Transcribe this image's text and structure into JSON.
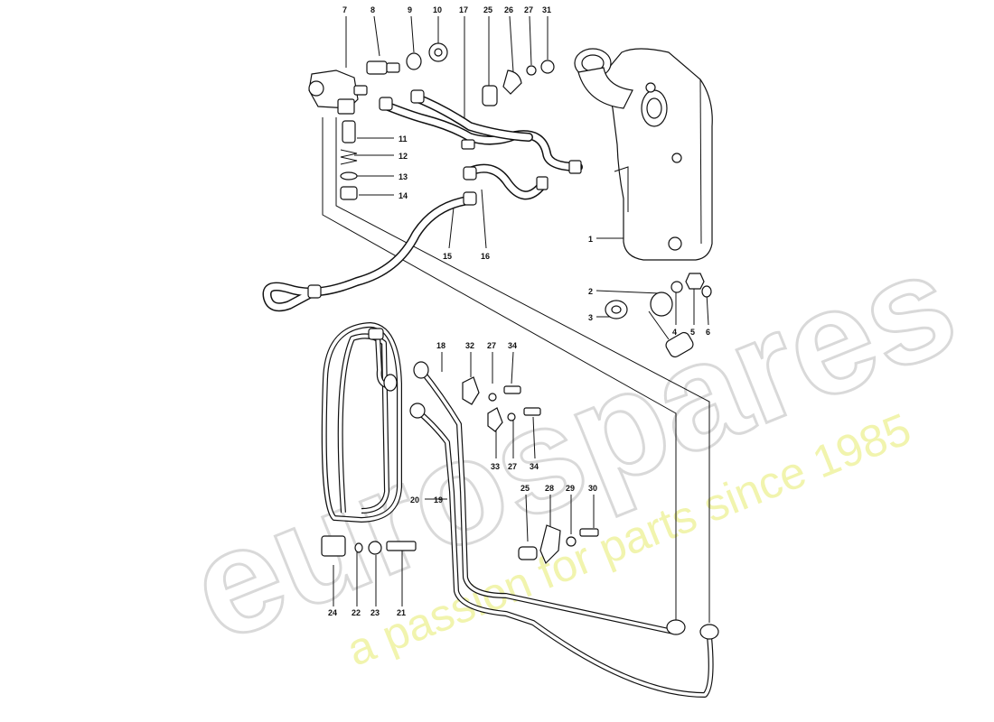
{
  "watermark": {
    "brand": "eurospares",
    "tagline": "a passion for parts since 1985",
    "brand_color": "#d9d9d9",
    "tagline_color": "#eef29a"
  },
  "callouts": {
    "c1": "1",
    "c2": "2",
    "c3": "3",
    "c4": "4",
    "c5": "5",
    "c6": "6",
    "c7": "7",
    "c8": "8",
    "c9": "9",
    "c10": "10",
    "c11": "11",
    "c12": "12",
    "c13": "13",
    "c14": "14",
    "c15": "15",
    "c16": "16",
    "c17": "17",
    "c18": "18",
    "c19": "19",
    "c20": "20",
    "c21": "21",
    "c22": "22",
    "c23": "23",
    "c24": "24",
    "c25a": "25",
    "c25b": "25",
    "c26": "26",
    "c27a": "27",
    "c27b": "27",
    "c27c": "27",
    "c28": "28",
    "c29": "29",
    "c30": "30",
    "c31": "31",
    "c32": "32",
    "c33": "33",
    "c34a": "34",
    "c34b": "34"
  }
}
